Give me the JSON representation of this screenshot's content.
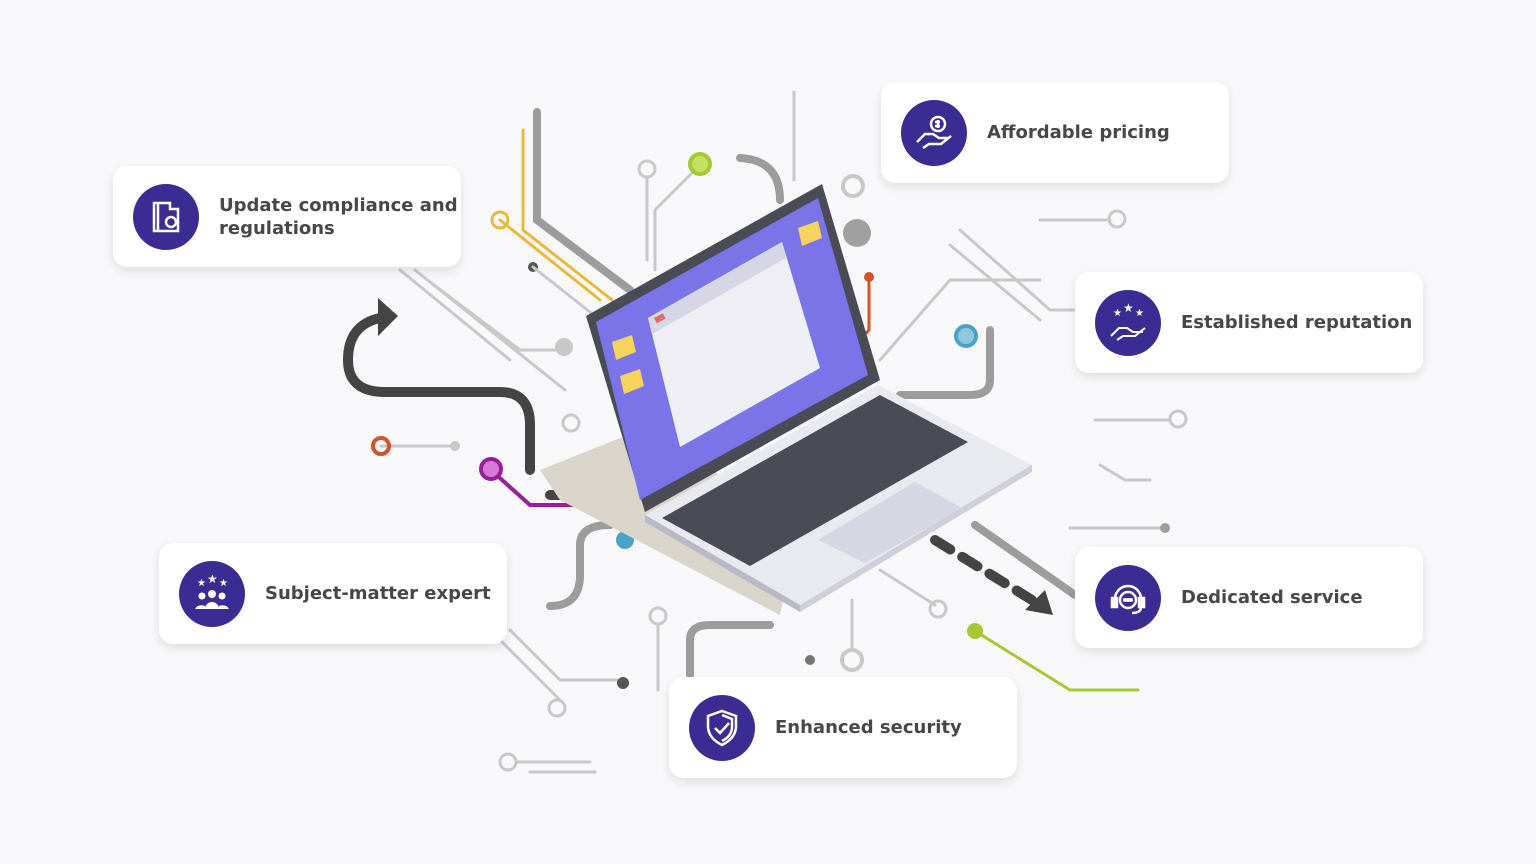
{
  "colors": {
    "accent": "#3b2c93",
    "text": "#474747",
    "screen": "#7b74e8"
  },
  "cards": [
    {
      "label": "Update compliance and regulations",
      "icon": "folder-refresh-icon"
    },
    {
      "label": "Affordable pricing",
      "icon": "hand-dollar-icon"
    },
    {
      "label": "Established reputation",
      "icon": "hand-stars-icon"
    },
    {
      "label": "Subject-matter expert",
      "icon": "team-stars-icon"
    },
    {
      "label": "Dedicated service",
      "icon": "headset-chat-icon"
    },
    {
      "label": "Enhanced security",
      "icon": "shield-check-icon"
    }
  ]
}
